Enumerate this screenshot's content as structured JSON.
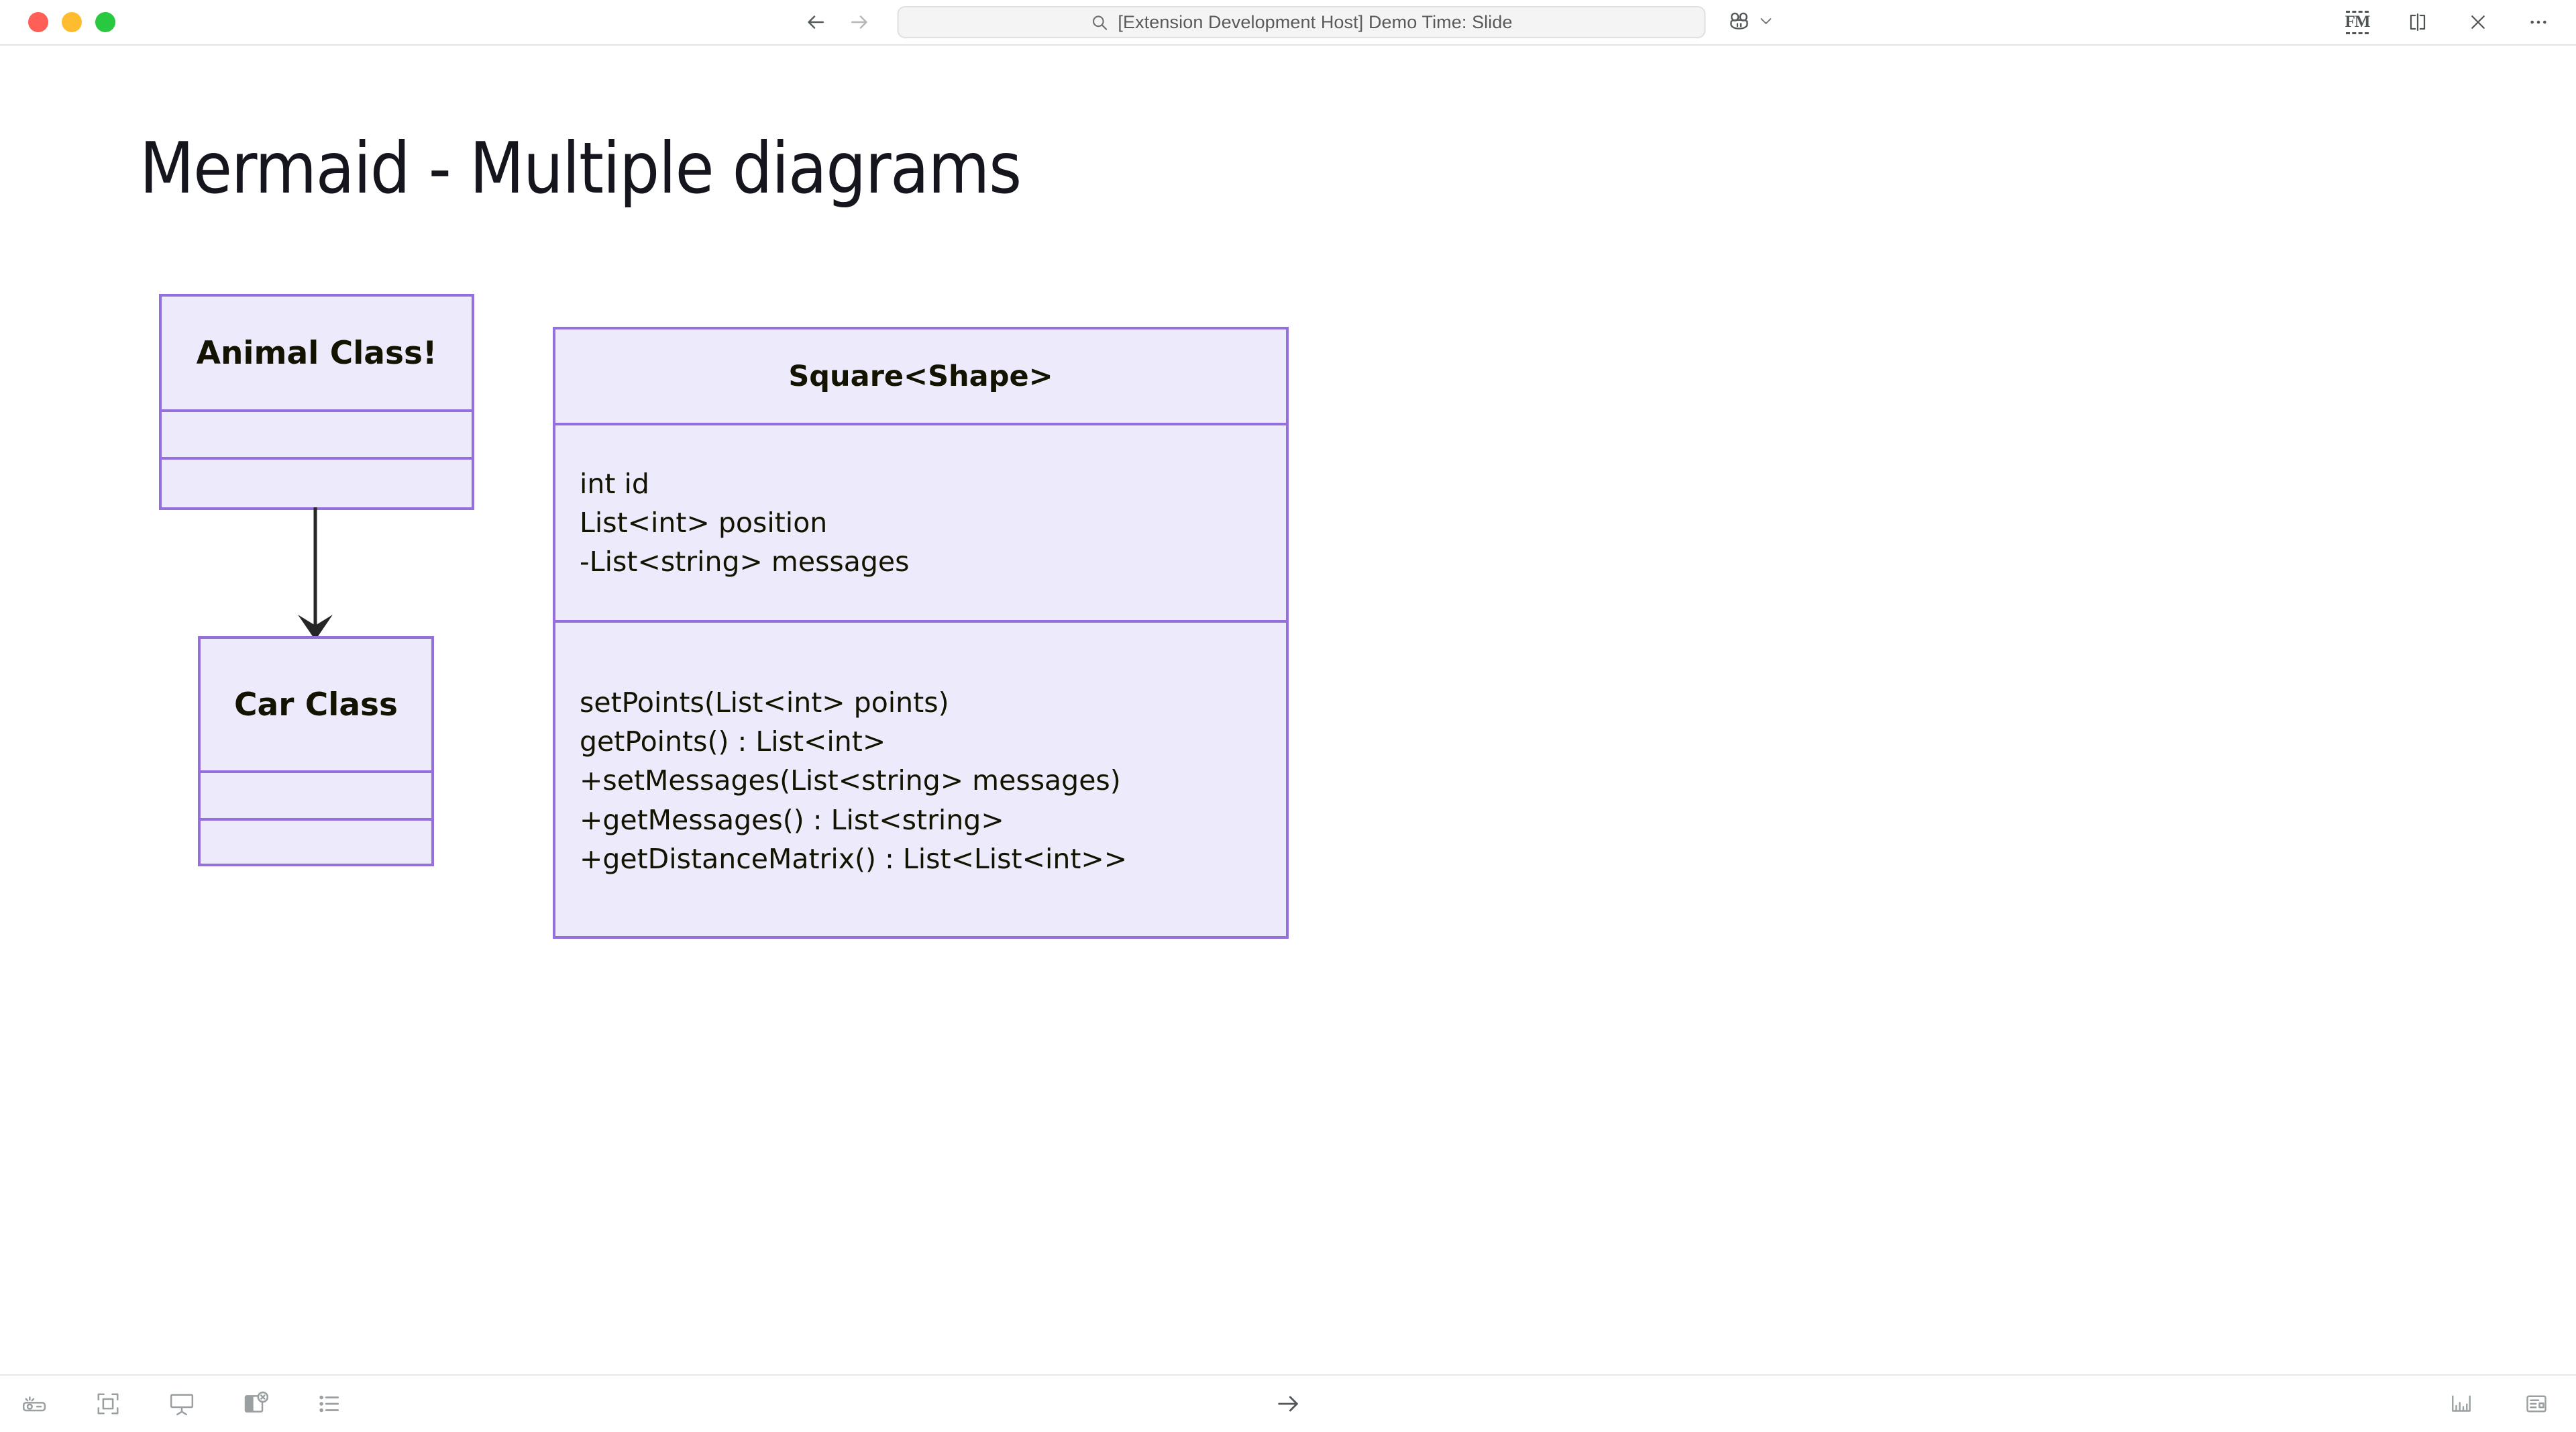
{
  "window": {
    "traffic_lights": [
      "close",
      "minimize",
      "maximize"
    ],
    "nav": {
      "back_label": "Back",
      "forward_label": "Forward"
    },
    "search": {
      "value": "[Extension Development Host] Demo Time: Slide",
      "icon": "search-icon"
    },
    "copilot": {
      "label": "Copilot",
      "icon": "copilot-icon",
      "chevron": "chevron-down-icon"
    },
    "right_actions": [
      {
        "name": "format-markdown-toggle",
        "label": "FM",
        "icon": "fm-icon"
      },
      {
        "name": "split-editor-button",
        "label": "Split Editor",
        "icon": "split-editor-icon"
      },
      {
        "name": "close-editor-button",
        "label": "Close",
        "icon": "close-icon"
      },
      {
        "name": "more-actions-button",
        "label": "More Actions",
        "icon": "ellipsis-icon"
      }
    ]
  },
  "slide": {
    "title": "Mermaid - Multiple diagrams",
    "theme": {
      "class_fill": "#ECEAFB",
      "class_border": "#9370DB",
      "text_color": "#131300",
      "arrow_color": "#262626"
    },
    "diagrams": [
      {
        "name": "inheritance-diagram",
        "classes": [
          {
            "id": "animal",
            "title": "Animal Class!",
            "attributes": [],
            "methods": []
          },
          {
            "id": "car",
            "title": "Car Class",
            "attributes": [],
            "methods": []
          }
        ],
        "relations": [
          {
            "from": "animal",
            "to": "car",
            "type": "arrow-down"
          }
        ]
      },
      {
        "name": "square-class-diagram",
        "classes": [
          {
            "id": "square",
            "title": "Square<Shape>",
            "attributes": [
              "int id",
              "List<int> position",
              "-List<string> messages"
            ],
            "methods": [
              "setPoints(List<int> points)",
              "getPoints() : List<int>",
              "+setMessages(List<string> messages)",
              "+getMessages() : List<string>",
              "+getDistanceMatrix() : List<List<int>>"
            ]
          }
        ],
        "relations": []
      }
    ]
  },
  "statusbar": {
    "left_items": [
      {
        "name": "start-presentation-button",
        "label": "Start Presentation",
        "icon": "projector-icon"
      },
      {
        "name": "fit-to-screen-button",
        "label": "Fit to Screen",
        "icon": "fit-screen-icon"
      },
      {
        "name": "presentation-view-button",
        "label": "Presentation View",
        "icon": "presentation-screen-icon"
      },
      {
        "name": "close-notes-panel-button",
        "label": "Close Notes Panel",
        "icon": "panel-close-icon"
      },
      {
        "name": "slide-outline-button",
        "label": "Slide Outline",
        "icon": "list-icon"
      }
    ],
    "center_item": {
      "name": "next-slide-button",
      "label": "Next Slide",
      "icon": "arrow-right-icon"
    },
    "right_items": [
      {
        "name": "stats-button",
        "label": "Statistics",
        "icon": "histogram-icon"
      },
      {
        "name": "layout-button",
        "label": "Layout",
        "icon": "layout-icon"
      }
    ]
  }
}
